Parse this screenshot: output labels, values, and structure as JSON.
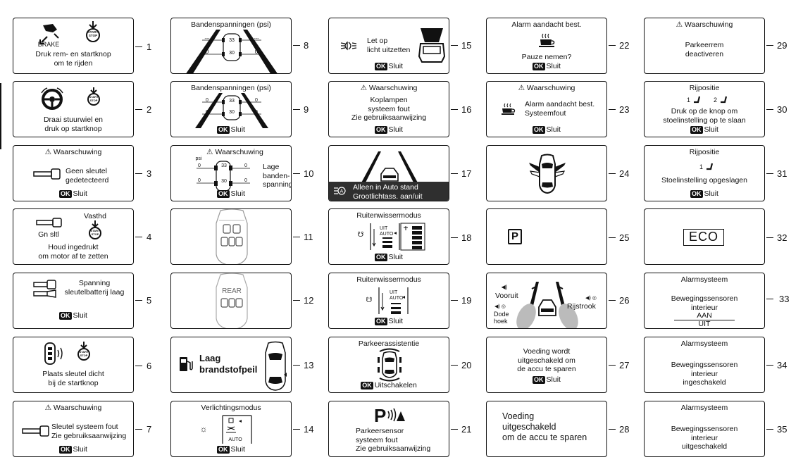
{
  "ok_badge": "OK",
  "close_label": "Sluit",
  "warning_label": "Waarschuwing",
  "panels": {
    "p1": {
      "num": "1",
      "brake": "BRAKE",
      "start": "START",
      "stop": "STOP",
      "line1": "Druk rem- en startknop",
      "line2": "om te rijden"
    },
    "p2": {
      "num": "2",
      "start": "START",
      "stop": "STOP",
      "line1": "Draai stuurwiel en",
      "line2": "druk op startknop"
    },
    "p3": {
      "num": "3",
      "line1": "Geen sleutel",
      "line2": "gedetecteerd"
    },
    "p4": {
      "num": "4",
      "hold": "Vasthd",
      "gn": "Gn sltl",
      "start": "START",
      "stop": "STOP",
      "line1": "Houd ingedrukt",
      "line2": "om motor af te zetten"
    },
    "p5": {
      "num": "5",
      "line1": "Spanning",
      "line2": "sleutelbatterij laag"
    },
    "p6": {
      "num": "6",
      "start": "START",
      "stop": "STOP",
      "line1": "Plaats sleutel dicht",
      "line2": "bij de startknop"
    },
    "p7": {
      "num": "7",
      "line1": "Sleutel systeem fout",
      "line2": "Zie gebruiksaanwijzing"
    },
    "p8": {
      "num": "8",
      "title": "Bandenspanningen (psi)",
      "v_fl": "---",
      "v_fr": "---",
      "v_rl": "0",
      "v_rr": "0",
      "v_front": "33",
      "v_rear": "30"
    },
    "p9": {
      "num": "9",
      "title": "Bandenspanningen (psi)",
      "v_fl": "0",
      "v_fr": "0",
      "v_rl": "0",
      "v_rr": "0",
      "v_front": "33",
      "v_rear": "30"
    },
    "p10": {
      "num": "10",
      "psi": "psi",
      "v_fl": "0",
      "v_fr": "0",
      "v_rl": "0",
      "v_rr": "0",
      "v_front": "33",
      "v_rear": "30",
      "line1": "Lage",
      "line2": "banden-",
      "line3": "spanning"
    },
    "p11": {
      "num": "11"
    },
    "p12": {
      "num": "12",
      "rear": "REAR"
    },
    "p13": {
      "num": "13",
      "line1": "Laag",
      "line2": "brandstofpeil"
    },
    "p14": {
      "num": "14",
      "title": "Verlichtingsmodus",
      "auto": "AUTO"
    },
    "p15": {
      "num": "15",
      "line1": "Let op",
      "line2": "licht uitzetten"
    },
    "p16": {
      "num": "16",
      "line1": "Koplampen",
      "line2": "systeem fout",
      "line3": "Zie gebruiksaanwijzing"
    },
    "p17": {
      "num": "17",
      "line1": "Alleen in Auto stand",
      "line2": "Grootlichtass. aan/uit"
    },
    "p18": {
      "num": "18",
      "title": "Ruitenwissermodus",
      "uit": "UIT",
      "auto": "AUTO"
    },
    "p19": {
      "num": "19",
      "title": "Ruitenwissermodus",
      "uit": "UIT",
      "auto": "AUTO"
    },
    "p20": {
      "num": "20",
      "title": "Parkeerassistentie",
      "action": "Uitschakelen"
    },
    "p21": {
      "num": "21",
      "line1": "Parkeersensor",
      "line2": "systeem fout",
      "line3": "Zie gebruiksaanwijzing"
    },
    "p22": {
      "num": "22",
      "title": "Alarm aandacht best.",
      "line1": "Pauze nemen?"
    },
    "p23": {
      "num": "23",
      "line1": "Alarm aandacht best.",
      "line2": "Systeemfout"
    },
    "p24": {
      "num": "24"
    },
    "p25": {
      "num": "25",
      "symbol": "P"
    },
    "p26": {
      "num": "26",
      "front": "Vooruit",
      "lane": "Rijstrook",
      "blind1": "Dode",
      "blind2": "hoek"
    },
    "p27": {
      "num": "27",
      "line1": "Voeding wordt",
      "line2": "uitgeschakeld om",
      "line3": "de accu te sparen"
    },
    "p28": {
      "num": "28",
      "line1": "Voeding",
      "line2": "uitgeschakeld",
      "line3": "om de accu te sparen"
    },
    "p29": {
      "num": "29",
      "line1": "Parkeerrem",
      "line2": "deactiveren"
    },
    "p30": {
      "num": "30",
      "title": "Rijpositie",
      "seat1": "1",
      "seat2": "2",
      "line1": "Druk op de knop om",
      "line2": "stoelinstelling op te slaan"
    },
    "p31": {
      "num": "31",
      "title": "Rijpositie",
      "seat1": "1",
      "line1": "Stoelinstelling opgeslagen"
    },
    "p32": {
      "num": "32",
      "symbol": "ECO"
    },
    "p33": {
      "num": "33",
      "title": "Alarmsysteem",
      "line1": "Bewegingssensoren",
      "line2": "interieur",
      "opt1": "AAN",
      "opt2": "UIT"
    },
    "p34": {
      "num": "34",
      "title": "Alarmsysteem",
      "line1": "Bewegingssensoren",
      "line2": "interieur",
      "line3": "ingeschakeld"
    },
    "p35": {
      "num": "35",
      "title": "Alarmsysteem",
      "line1": "Bewegingssensoren",
      "line2": "interieur",
      "line3": "uitgeschakeld"
    }
  }
}
